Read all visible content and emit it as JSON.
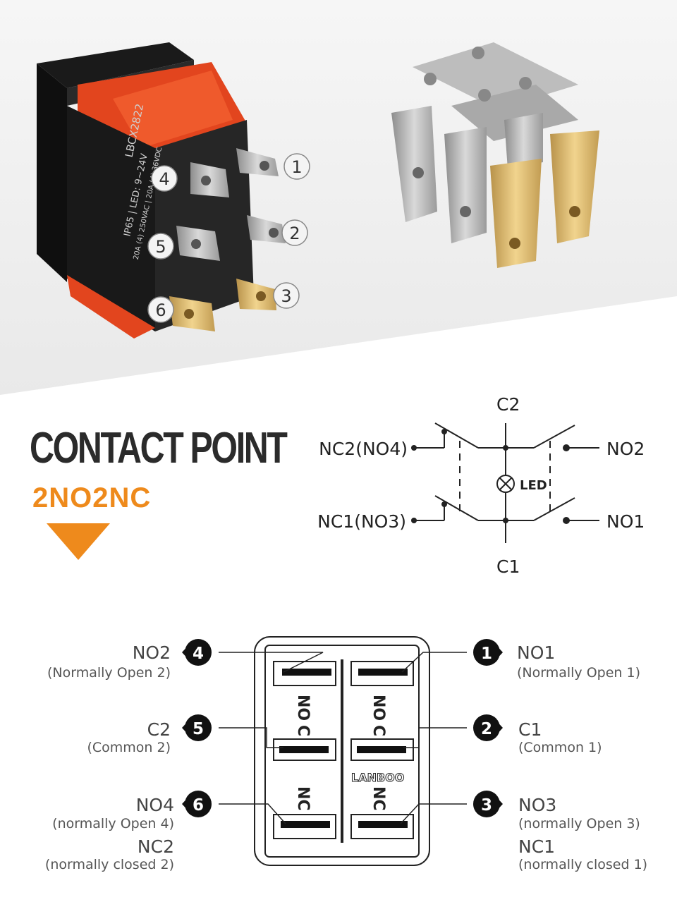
{
  "photo_callouts": [
    "4",
    "5",
    "6",
    "1",
    "2",
    "3"
  ],
  "switch_body_text": [
    "LBCX2822",
    "IP65 | LED: 9~24V",
    "20A (4) 250VAC | 20A (4) 36VDC"
  ],
  "section": {
    "title": "CONTACT POINT",
    "subtitle": "2NO2NC"
  },
  "schematic": {
    "c2": "C2",
    "c1": "C1",
    "nc2_no4": "NC2(NO4)",
    "nc1_no3": "NC1(NO3)",
    "no2": "NO2",
    "no1": "NO1",
    "led": "LED"
  },
  "terminal_diagram": {
    "left_pins": [
      {
        "number": "4",
        "name": "NO2",
        "desc": "(Normally Open 2)"
      },
      {
        "number": "5",
        "name": "C2",
        "desc": "(Common 2)"
      },
      {
        "number": "6",
        "name": "NO4",
        "desc": "(normally Open 4)",
        "name2": "NC2",
        "desc2": "(normally closed 2)"
      }
    ],
    "right_pins": [
      {
        "number": "1",
        "name": "NO1",
        "desc": "(Normally Open 1)"
      },
      {
        "number": "2",
        "name": "C1",
        "desc": "(Common 1)"
      },
      {
        "number": "3",
        "name": "NO3",
        "desc": "(normally Open 3)",
        "name2": "NC1",
        "desc2": "(normally closed 1)"
      }
    ],
    "housing_labels": {
      "no": "NO",
      "c": "C",
      "nc": "NC"
    },
    "brand": "LANBOO"
  },
  "colors": {
    "accent": "#ee8a1c",
    "dark": "#2b2b2b",
    "red_actuator": "#e2451e"
  }
}
